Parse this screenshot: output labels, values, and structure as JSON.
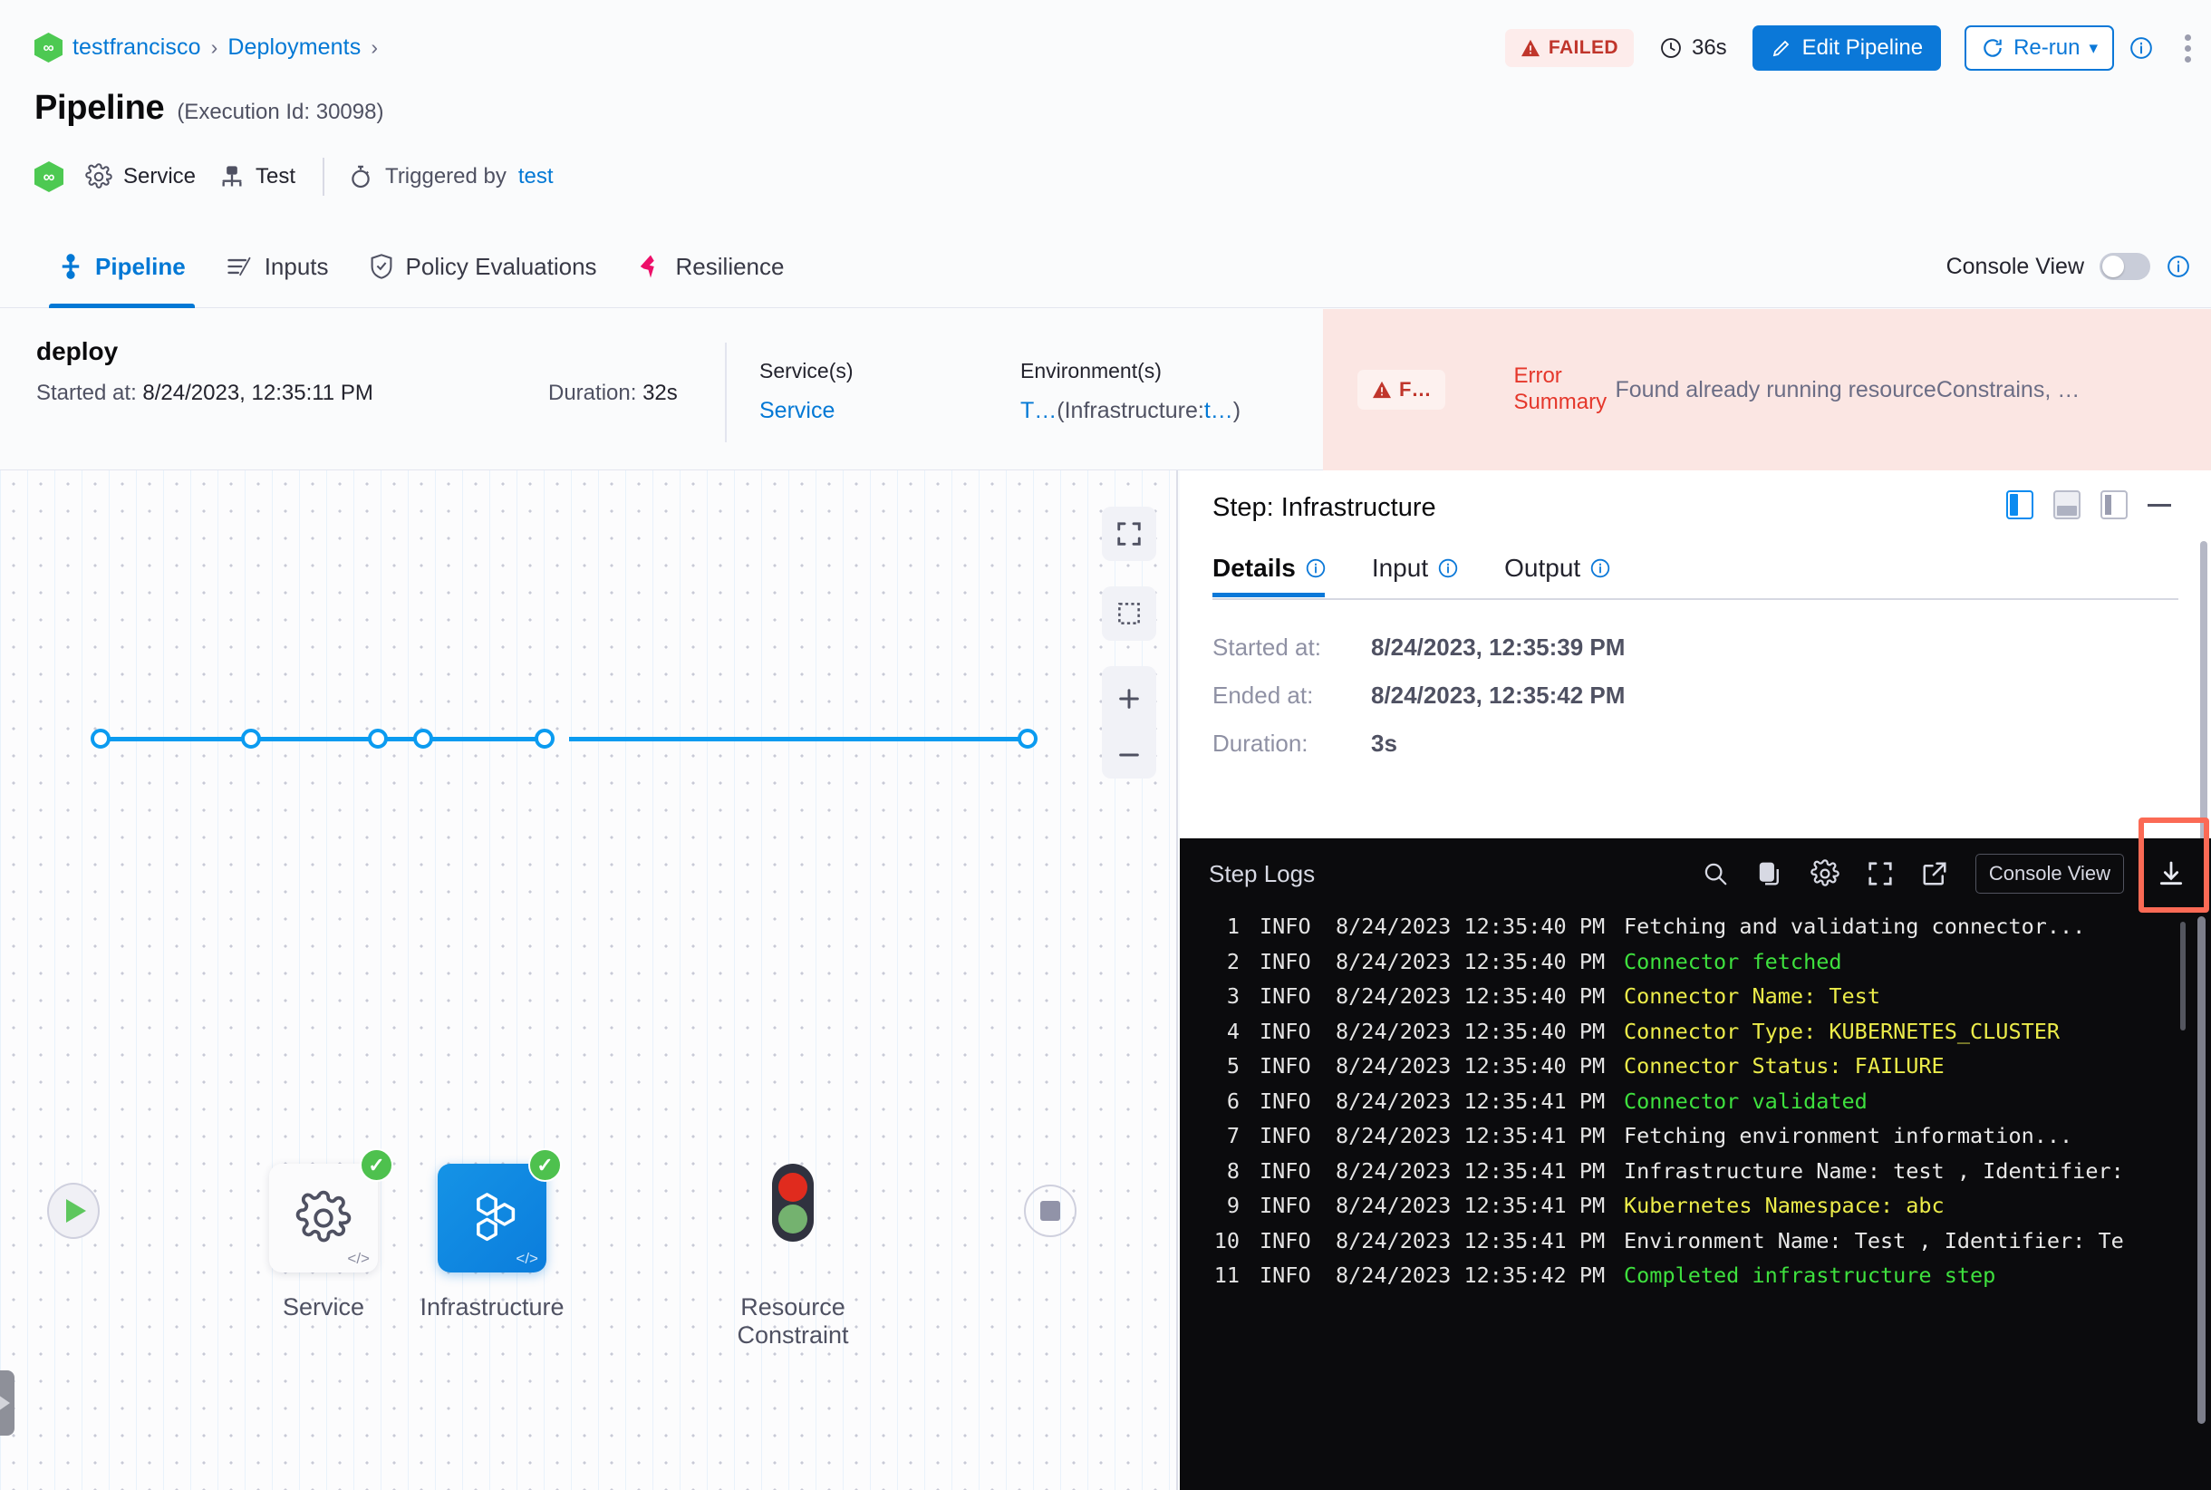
{
  "breadcrumb": {
    "items": [
      "testfrancisco",
      "Deployments"
    ],
    "separator": "›"
  },
  "header": {
    "title": "Pipeline",
    "execution_label": "(Execution Id: 30098)",
    "meta": {
      "service": "Service",
      "test": "Test",
      "triggered_label": "Triggered by",
      "triggered_by": "test"
    },
    "actions": {
      "status_badge": "FAILED",
      "duration": "36s",
      "edit_pipeline": "Edit Pipeline",
      "rerun": "Re-run",
      "rerun_caret": "▾"
    }
  },
  "tabs": [
    {
      "label": "Pipeline",
      "icon": "pipeline-icon",
      "active": true
    },
    {
      "label": "Inputs",
      "icon": "inputs-icon",
      "active": false
    },
    {
      "label": "Policy Evaluations",
      "icon": "shield-check-icon",
      "active": false
    },
    {
      "label": "Resilience",
      "icon": "resilience-icon",
      "active": false
    }
  ],
  "console_view": {
    "label": "Console View",
    "enabled": false
  },
  "stage": {
    "name": "deploy",
    "started_label": "Started at:",
    "started_value": "8/24/2023, 12:35:11 PM",
    "duration_label": "Duration:",
    "duration_value": "32s",
    "services_header": "Service(s)",
    "services_value": "Service",
    "environments_header": "Environment(s)",
    "environments_value_a": "T…",
    "environments_value_b": "(Infrastructure:",
    "environments_value_c": "t…",
    "environments_value_d": ")"
  },
  "error_banner": {
    "chip": "F…",
    "summary_label_line1": "Error",
    "summary_label_line2": "Summary",
    "summary_text": "Found already running resourceConstrains, …"
  },
  "canvas": {
    "nodes": [
      {
        "name": "Service",
        "status": "success",
        "selected": false
      },
      {
        "name": "Infrastructure",
        "status": "success",
        "selected": true
      },
      {
        "name": "Resource Constraint",
        "status": "barrier",
        "selected": false
      }
    ],
    "tools": [
      "fit-screen-icon",
      "selection-box-icon",
      "zoom-in-icon",
      "zoom-out-icon"
    ],
    "zoom_in": "+",
    "zoom_out": "−"
  },
  "step_panel": {
    "title": "Step: Infrastructure",
    "view_icons": [
      "split-right-view-icon",
      "split-bottom-view-icon",
      "full-view-icon",
      "minimize-icon"
    ],
    "tabs": [
      {
        "label": "Details",
        "active": true
      },
      {
        "label": "Input",
        "active": false
      },
      {
        "label": "Output",
        "active": false
      }
    ],
    "details": [
      {
        "key": "Started at:",
        "value": "8/24/2023, 12:35:39 PM"
      },
      {
        "key": "Ended at:",
        "value": "8/24/2023, 12:35:42 PM"
      },
      {
        "key": "Duration:",
        "value": "3s"
      }
    ]
  },
  "logs": {
    "title": "Step Logs",
    "tools": [
      "search-icon",
      "copy-icon",
      "gear-icon",
      "expand-icon",
      "open-external-icon"
    ],
    "console_view_button": "Console View",
    "download_button": "download-icon",
    "download_highlighted": true,
    "lines": [
      {
        "n": "1",
        "level": "INFO",
        "time": "8/24/2023 12:35:40 PM",
        "msg": "Fetching and validating connector...",
        "color": "white"
      },
      {
        "n": "2",
        "level": "INFO",
        "time": "8/24/2023 12:35:40 PM",
        "msg": "Connector fetched",
        "color": "green"
      },
      {
        "n": "3",
        "level": "INFO",
        "time": "8/24/2023 12:35:40 PM",
        "msg": "Connector Name: Test",
        "color": "yellow"
      },
      {
        "n": "4",
        "level": "INFO",
        "time": "8/24/2023 12:35:40 PM",
        "msg": "Connector Type: KUBERNETES_CLUSTER",
        "color": "yellow"
      },
      {
        "n": "5",
        "level": "INFO",
        "time": "8/24/2023 12:35:40 PM",
        "msg": "Connector Status: FAILURE",
        "color": "yellow"
      },
      {
        "n": "6",
        "level": "INFO",
        "time": "8/24/2023 12:35:41 PM",
        "msg": "Connector validated",
        "color": "green"
      },
      {
        "n": "7",
        "level": "INFO",
        "time": "8/24/2023 12:35:41 PM",
        "msg": "Fetching environment information...",
        "color": "white"
      },
      {
        "n": "8",
        "level": "INFO",
        "time": "8/24/2023 12:35:41 PM",
        "msg": "Infrastructure Name: test , Identifier:",
        "color": "white"
      },
      {
        "n": "9",
        "level": "INFO",
        "time": "8/24/2023 12:35:41 PM",
        "msg": "Kubernetes Namespace: abc",
        "color": "yellow"
      },
      {
        "n": "10",
        "level": "INFO",
        "time": "8/24/2023 12:35:41 PM",
        "msg": "Environment Name: Test , Identifier: Te",
        "color": "white"
      },
      {
        "n": "11",
        "level": "INFO",
        "time": "8/24/2023 12:35:42 PM",
        "msg": "Completed infrastructure step",
        "color": "green"
      }
    ]
  },
  "colors": {
    "accent": "#0278d5",
    "danger": "#c0352b",
    "success": "#4ec14e",
    "warn_bg": "#fbe6e3",
    "highlight": "#fb6a55"
  }
}
